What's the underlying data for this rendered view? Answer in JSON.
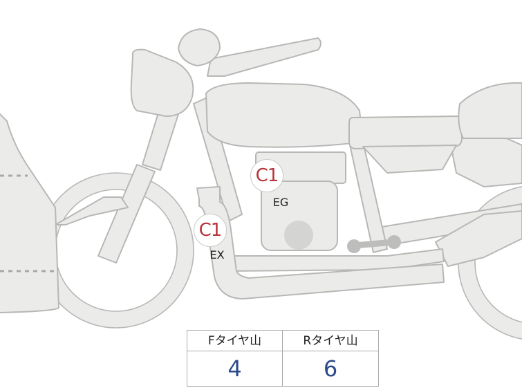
{
  "badges": {
    "engine_code": "C1",
    "engine_label": "EG",
    "exhaust_code": "C1",
    "exhaust_label": "EX"
  },
  "tire_table": {
    "front_header": "Fタイヤ山",
    "rear_header": "Rタイヤ山",
    "front_value": "4",
    "rear_value": "6"
  },
  "colors": {
    "body_fill": "#ebebe9",
    "outline": "#b7b8b6",
    "badge_text": "#b8343a",
    "value_text": "#2c4a8c"
  }
}
